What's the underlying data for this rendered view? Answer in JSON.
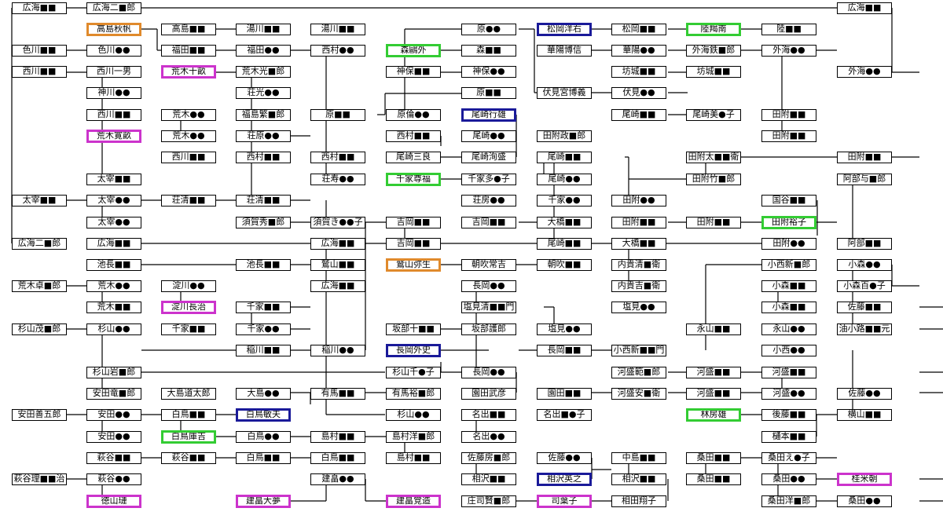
{
  "colors": {
    "line": "#000000",
    "box_border": "#000000",
    "highlight_orange": "#e08a2c",
    "highlight_magenta": "#cc33cc",
    "highlight_green": "#33cc33",
    "highlight_navy": "#1a1a99"
  },
  "nodes": [
    {
      "id": "n1",
      "label": "広海■■",
      "highlight": "none"
    },
    {
      "id": "n2",
      "label": "広海二■郎",
      "highlight": "none"
    },
    {
      "id": "n3",
      "label": "高島秋帆",
      "highlight": "orange"
    },
    {
      "id": "n4",
      "label": "高島■■",
      "highlight": "none"
    },
    {
      "id": "n5",
      "label": "湯川■■",
      "highlight": "none"
    },
    {
      "id": "n6",
      "label": "湯川■■",
      "highlight": "none"
    },
    {
      "id": "n7",
      "label": "原●●",
      "highlight": "none"
    },
    {
      "id": "n8",
      "label": "松岡洋右",
      "highlight": "navy"
    },
    {
      "id": "n9",
      "label": "松岡■■",
      "highlight": "none"
    },
    {
      "id": "n10",
      "label": "陸羯南",
      "highlight": "green"
    },
    {
      "id": "n11",
      "label": "陸■■",
      "highlight": "none"
    },
    {
      "id": "n12",
      "label": "広海■■",
      "highlight": "none"
    },
    {
      "id": "n13",
      "label": "色川■■",
      "highlight": "none"
    },
    {
      "id": "n14",
      "label": "色川●●",
      "highlight": "none"
    },
    {
      "id": "n15",
      "label": "福田■■",
      "highlight": "none"
    },
    {
      "id": "n16",
      "label": "福田●●",
      "highlight": "none"
    },
    {
      "id": "n17",
      "label": "西村●●",
      "highlight": "none"
    },
    {
      "id": "n18",
      "label": "森鷗外",
      "highlight": "green"
    },
    {
      "id": "n19",
      "label": "森■■",
      "highlight": "none"
    },
    {
      "id": "n20",
      "label": "華陽博信",
      "highlight": "none"
    },
    {
      "id": "n21",
      "label": "華陽●●",
      "highlight": "none"
    },
    {
      "id": "n22",
      "label": "外海鉄■郎",
      "highlight": "none"
    },
    {
      "id": "n23",
      "label": "外海●●",
      "highlight": "none"
    },
    {
      "id": "n24",
      "label": "西川■■",
      "highlight": "none"
    },
    {
      "id": "n25",
      "label": "西川一男",
      "highlight": "none"
    },
    {
      "id": "n26",
      "label": "荒木十畝",
      "highlight": "magenta"
    },
    {
      "id": "n27",
      "label": "荒木光■郎",
      "highlight": "none"
    },
    {
      "id": "n28",
      "label": "神保■■",
      "highlight": "none"
    },
    {
      "id": "n29",
      "label": "神保●●",
      "highlight": "none"
    },
    {
      "id": "n30",
      "label": "坊城■■",
      "highlight": "none"
    },
    {
      "id": "n31",
      "label": "坊城■■",
      "highlight": "none"
    },
    {
      "id": "n32",
      "label": "外海●●",
      "highlight": "none"
    },
    {
      "id": "n33",
      "label": "神川●●",
      "highlight": "none"
    },
    {
      "id": "n34",
      "label": "荘光●●",
      "highlight": "none"
    },
    {
      "id": "n35",
      "label": "原■■",
      "highlight": "none"
    },
    {
      "id": "n36",
      "label": "伏見宮博義",
      "highlight": "none"
    },
    {
      "id": "n37",
      "label": "伏見●●",
      "highlight": "none"
    },
    {
      "id": "n38",
      "label": "西川■■",
      "highlight": "none"
    },
    {
      "id": "n39",
      "label": "荒木●●",
      "highlight": "none"
    },
    {
      "id": "n40",
      "label": "福島繁■郎",
      "highlight": "none"
    },
    {
      "id": "n41",
      "label": "原■■",
      "highlight": "none"
    },
    {
      "id": "n42",
      "label": "原倫●●",
      "highlight": "none"
    },
    {
      "id": "n43",
      "label": "尾崎行雄",
      "highlight": "navy"
    },
    {
      "id": "n44",
      "label": "尾崎■■",
      "highlight": "none"
    },
    {
      "id": "n45",
      "label": "尾崎美●子",
      "highlight": "none"
    },
    {
      "id": "n46",
      "label": "田附■■",
      "highlight": "none"
    },
    {
      "id": "n47",
      "label": "荒木寛畝",
      "highlight": "magenta"
    },
    {
      "id": "n48",
      "label": "荒木●●",
      "highlight": "none"
    },
    {
      "id": "n49",
      "label": "荘原●●",
      "highlight": "none"
    },
    {
      "id": "n50",
      "label": "西村■■",
      "highlight": "none"
    },
    {
      "id": "n51",
      "label": "尾崎●●",
      "highlight": "none"
    },
    {
      "id": "n52",
      "label": "田附政■郎",
      "highlight": "none"
    },
    {
      "id": "n53",
      "label": "田附■■",
      "highlight": "none"
    },
    {
      "id": "n54",
      "label": "西川■■",
      "highlight": "none"
    },
    {
      "id": "n55",
      "label": "西村■■",
      "highlight": "none"
    },
    {
      "id": "n56",
      "label": "西村■■",
      "highlight": "none"
    },
    {
      "id": "n57",
      "label": "尾崎三良",
      "highlight": "none"
    },
    {
      "id": "n58",
      "label": "尾崎洵盛",
      "highlight": "none"
    },
    {
      "id": "n59",
      "label": "尾崎■■",
      "highlight": "none"
    },
    {
      "id": "n60",
      "label": "田附太■■衛",
      "highlight": "none"
    },
    {
      "id": "n61",
      "label": "田附■■",
      "highlight": "none"
    },
    {
      "id": "n62",
      "label": "太宰■■",
      "highlight": "none"
    },
    {
      "id": "n63",
      "label": "荘寿●●",
      "highlight": "none"
    },
    {
      "id": "n64",
      "label": "千家尊福",
      "highlight": "green"
    },
    {
      "id": "n65",
      "label": "千家多●子",
      "highlight": "none"
    },
    {
      "id": "n66",
      "label": "尾崎●●",
      "highlight": "none"
    },
    {
      "id": "n67",
      "label": "田附竹■郎",
      "highlight": "none"
    },
    {
      "id": "n68",
      "label": "阿部与■郎",
      "highlight": "none"
    },
    {
      "id": "n69",
      "label": "太宰■■",
      "highlight": "none"
    },
    {
      "id": "n70",
      "label": "太宰●●",
      "highlight": "none"
    },
    {
      "id": "n71",
      "label": "荘清■■",
      "highlight": "none"
    },
    {
      "id": "n72",
      "label": "荘清■■",
      "highlight": "none"
    },
    {
      "id": "n73",
      "label": "荘房●●",
      "highlight": "none"
    },
    {
      "id": "n74",
      "label": "千家●●",
      "highlight": "none"
    },
    {
      "id": "n75",
      "label": "田附●●",
      "highlight": "none"
    },
    {
      "id": "n76",
      "label": "国谷■■",
      "highlight": "none"
    },
    {
      "id": "n77",
      "label": "太宰●●",
      "highlight": "none"
    },
    {
      "id": "n78",
      "label": "須賀秀■郎",
      "highlight": "none"
    },
    {
      "id": "n79",
      "label": "須賀き●●子",
      "highlight": "none"
    },
    {
      "id": "n80",
      "label": "吉岡■■",
      "highlight": "none"
    },
    {
      "id": "n81",
      "label": "吉岡■■",
      "highlight": "none"
    },
    {
      "id": "n82",
      "label": "大橋■■",
      "highlight": "none"
    },
    {
      "id": "n83",
      "label": "田附■■",
      "highlight": "none"
    },
    {
      "id": "n84",
      "label": "田附■■",
      "highlight": "none"
    },
    {
      "id": "n85",
      "label": "田附裕子",
      "highlight": "green"
    },
    {
      "id": "n86",
      "label": "広海二■郎",
      "highlight": "none"
    },
    {
      "id": "n87",
      "label": "広海■■",
      "highlight": "none"
    },
    {
      "id": "n88",
      "label": "広海■■",
      "highlight": "none"
    },
    {
      "id": "n89",
      "label": "吉岡■■",
      "highlight": "none"
    },
    {
      "id": "n90",
      "label": "尾崎■■",
      "highlight": "none"
    },
    {
      "id": "n91",
      "label": "大橋■■",
      "highlight": "none"
    },
    {
      "id": "n92",
      "label": "田附●●",
      "highlight": "none"
    },
    {
      "id": "n93",
      "label": "阿部■■",
      "highlight": "none"
    },
    {
      "id": "n94",
      "label": "池長■■",
      "highlight": "none"
    },
    {
      "id": "n95",
      "label": "池長■■",
      "highlight": "none"
    },
    {
      "id": "n96",
      "label": "鷲山■■",
      "highlight": "none"
    },
    {
      "id": "n97",
      "label": "鷲山弥生",
      "highlight": "orange"
    },
    {
      "id": "n98",
      "label": "朝吹常吉",
      "highlight": "none"
    },
    {
      "id": "n99",
      "label": "朝吹■■",
      "highlight": "none"
    },
    {
      "id": "n100",
      "label": "内貴清■衛",
      "highlight": "none"
    },
    {
      "id": "n101",
      "label": "小西新■郎",
      "highlight": "none"
    },
    {
      "id": "n102",
      "label": "小森●●",
      "highlight": "none"
    },
    {
      "id": "n103",
      "label": "荒木卓■郎",
      "highlight": "none"
    },
    {
      "id": "n104",
      "label": "荒木●●",
      "highlight": "none"
    },
    {
      "id": "n105",
      "label": "淀川●●",
      "highlight": "none"
    },
    {
      "id": "n106",
      "label": "広海■■",
      "highlight": "none"
    },
    {
      "id": "n107",
      "label": "長岡●●",
      "highlight": "none"
    },
    {
      "id": "n108",
      "label": "内貴吉■衛",
      "highlight": "none"
    },
    {
      "id": "n109",
      "label": "小森■■",
      "highlight": "none"
    },
    {
      "id": "n110",
      "label": "小森百●子",
      "highlight": "none"
    },
    {
      "id": "n111",
      "label": "荒木■■",
      "highlight": "none"
    },
    {
      "id": "n112",
      "label": "淀川長治",
      "highlight": "magenta"
    },
    {
      "id": "n113",
      "label": "千家■■",
      "highlight": "none"
    },
    {
      "id": "n114",
      "label": "塩見清■■門",
      "highlight": "none"
    },
    {
      "id": "n115",
      "label": "塩見●●",
      "highlight": "none"
    },
    {
      "id": "n116",
      "label": "小森■■",
      "highlight": "none"
    },
    {
      "id": "n117",
      "label": "佐藤■■",
      "highlight": "none"
    },
    {
      "id": "n118",
      "label": "杉山茂■郎",
      "highlight": "none"
    },
    {
      "id": "n119",
      "label": "杉山●●",
      "highlight": "none"
    },
    {
      "id": "n120",
      "label": "千家■■",
      "highlight": "none"
    },
    {
      "id": "n121",
      "label": "千家●●",
      "highlight": "none"
    },
    {
      "id": "n122",
      "label": "坂部十■■",
      "highlight": "none"
    },
    {
      "id": "n123",
      "label": "坂部護郎",
      "highlight": "none"
    },
    {
      "id": "n124",
      "label": "塩見●●",
      "highlight": "none"
    },
    {
      "id": "n125",
      "label": "永山■■",
      "highlight": "none"
    },
    {
      "id": "n126",
      "label": "永山●●",
      "highlight": "none"
    },
    {
      "id": "n127",
      "label": "油小路■■元",
      "highlight": "none"
    },
    {
      "id": "n128",
      "label": "稲川■■",
      "highlight": "none"
    },
    {
      "id": "n129",
      "label": "稲川●●",
      "highlight": "none"
    },
    {
      "id": "n130",
      "label": "長岡外史",
      "highlight": "navy"
    },
    {
      "id": "n131",
      "label": "長岡■■",
      "highlight": "none"
    },
    {
      "id": "n132",
      "label": "小西新■■門",
      "highlight": "none"
    },
    {
      "id": "n133",
      "label": "小西●●",
      "highlight": "none"
    },
    {
      "id": "n134",
      "label": "杉山岩■郎",
      "highlight": "none"
    },
    {
      "id": "n135",
      "label": "杉山千●子",
      "highlight": "none"
    },
    {
      "id": "n136",
      "label": "長岡●●",
      "highlight": "none"
    },
    {
      "id": "n137",
      "label": "河盛範■郎",
      "highlight": "none"
    },
    {
      "id": "n138",
      "label": "河盛■■",
      "highlight": "none"
    },
    {
      "id": "n139",
      "label": "河盛■■",
      "highlight": "none"
    },
    {
      "id": "n140",
      "label": "安田竜■郎",
      "highlight": "none"
    },
    {
      "id": "n141",
      "label": "大島道太郎",
      "highlight": "none"
    },
    {
      "id": "n142",
      "label": "大島●●",
      "highlight": "none"
    },
    {
      "id": "n143",
      "label": "有馬■■",
      "highlight": "none"
    },
    {
      "id": "n144",
      "label": "有馬裕■郎",
      "highlight": "none"
    },
    {
      "id": "n145",
      "label": "園田武彦",
      "highlight": "none"
    },
    {
      "id": "n146",
      "label": "園田■■",
      "highlight": "none"
    },
    {
      "id": "n147",
      "label": "河盛安■衛",
      "highlight": "none"
    },
    {
      "id": "n148",
      "label": "河盛■■",
      "highlight": "none"
    },
    {
      "id": "n149",
      "label": "河盛●●",
      "highlight": "none"
    },
    {
      "id": "n150",
      "label": "佐藤●●",
      "highlight": "none"
    },
    {
      "id": "n151",
      "label": "安田善五郎",
      "highlight": "none"
    },
    {
      "id": "n152",
      "label": "安田●●",
      "highlight": "none"
    },
    {
      "id": "n153",
      "label": "白鳥■■",
      "highlight": "none"
    },
    {
      "id": "n154",
      "label": "白鳥敏夫",
      "highlight": "navy"
    },
    {
      "id": "n155",
      "label": "杉山●●",
      "highlight": "none"
    },
    {
      "id": "n156",
      "label": "名出■■",
      "highlight": "none"
    },
    {
      "id": "n157",
      "label": "名出■●子",
      "highlight": "none"
    },
    {
      "id": "n158",
      "label": "林房雄",
      "highlight": "green"
    },
    {
      "id": "n159",
      "label": "後藤■■",
      "highlight": "none"
    },
    {
      "id": "n160",
      "label": "横山■■",
      "highlight": "none"
    },
    {
      "id": "n161",
      "label": "安田●●",
      "highlight": "none"
    },
    {
      "id": "n162",
      "label": "白鳥庫吉",
      "highlight": "green"
    },
    {
      "id": "n163",
      "label": "白鳥●●",
      "highlight": "none"
    },
    {
      "id": "n164",
      "label": "島村■■",
      "highlight": "none"
    },
    {
      "id": "n165",
      "label": "島村洋■郎",
      "highlight": "none"
    },
    {
      "id": "n166",
      "label": "名出●●",
      "highlight": "none"
    },
    {
      "id": "n167",
      "label": "樋本■■",
      "highlight": "none"
    },
    {
      "id": "n168",
      "label": "萩谷■■",
      "highlight": "none"
    },
    {
      "id": "n169",
      "label": "萩谷■■",
      "highlight": "none"
    },
    {
      "id": "n170",
      "label": "白鳥■■",
      "highlight": "none"
    },
    {
      "id": "n171",
      "label": "白鳥■■",
      "highlight": "none"
    },
    {
      "id": "n172",
      "label": "島村■■",
      "highlight": "none"
    },
    {
      "id": "n173",
      "label": "佐藤房■郎",
      "highlight": "none"
    },
    {
      "id": "n174",
      "label": "佐藤●●",
      "highlight": "none"
    },
    {
      "id": "n175",
      "label": "中島■■",
      "highlight": "none"
    },
    {
      "id": "n176",
      "label": "桑田■■",
      "highlight": "none"
    },
    {
      "id": "n177",
      "label": "桑田え●子",
      "highlight": "none"
    },
    {
      "id": "n178",
      "label": "萩谷理■■治",
      "highlight": "none"
    },
    {
      "id": "n179",
      "label": "萩谷●●",
      "highlight": "none"
    },
    {
      "id": "n180",
      "label": "建畠●●",
      "highlight": "none"
    },
    {
      "id": "n181",
      "label": "相沢■■",
      "highlight": "none"
    },
    {
      "id": "n182",
      "label": "相沢英之",
      "highlight": "navy"
    },
    {
      "id": "n183",
      "label": "相沢■■",
      "highlight": "none"
    },
    {
      "id": "n184",
      "label": "桑田■■",
      "highlight": "none"
    },
    {
      "id": "n185",
      "label": "桑田●●",
      "highlight": "none"
    },
    {
      "id": "n186",
      "label": "桂米朝",
      "highlight": "magenta"
    },
    {
      "id": "n187",
      "label": "徳山璉",
      "highlight": "magenta"
    },
    {
      "id": "n188",
      "label": "建畠大夢",
      "highlight": "magenta"
    },
    {
      "id": "n189",
      "label": "建畠覚造",
      "highlight": "magenta"
    },
    {
      "id": "n190",
      "label": "庄司賢■郎",
      "highlight": "none"
    },
    {
      "id": "n191",
      "label": "司葉子",
      "highlight": "magenta"
    },
    {
      "id": "n192",
      "label": "相田翔子",
      "highlight": "none"
    },
    {
      "id": "n193",
      "label": "桑田洋■郎",
      "highlight": "none"
    },
    {
      "id": "n194",
      "label": "桑田●●",
      "highlight": "none"
    }
  ]
}
